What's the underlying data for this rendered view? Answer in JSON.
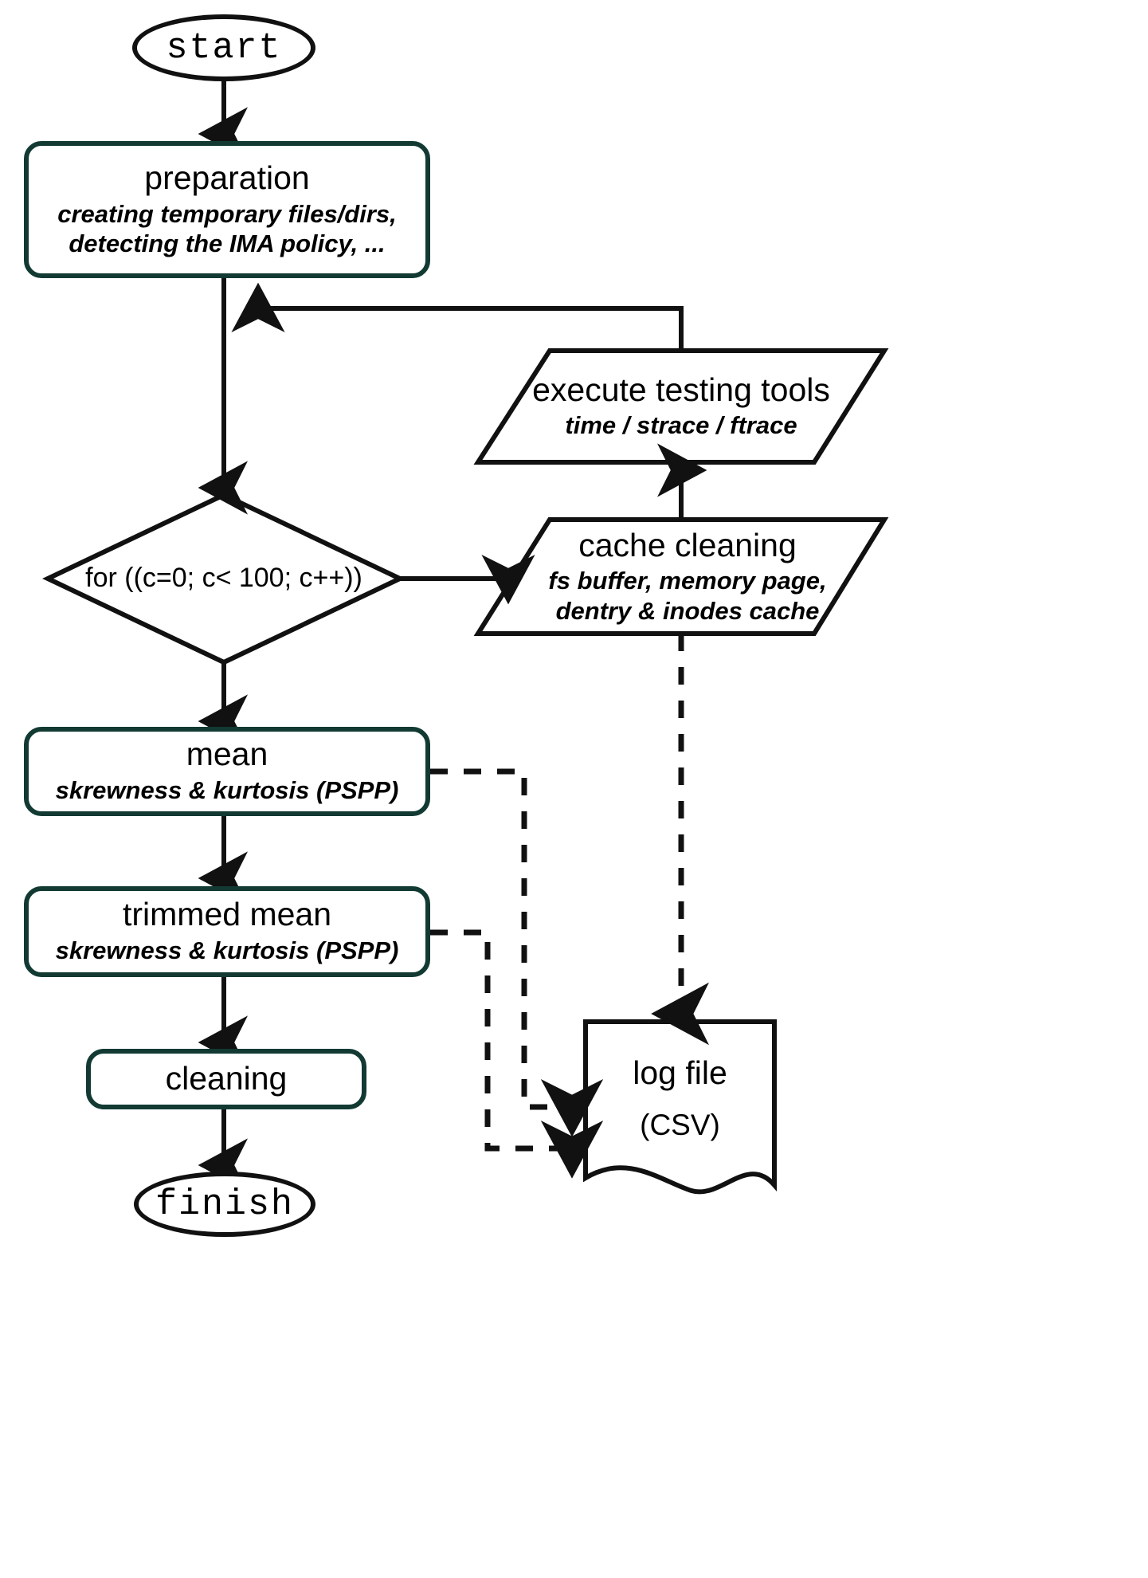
{
  "diagram": {
    "title": "testing workflow flowchart",
    "colors": {
      "process_border": "#123a33",
      "line": "#111111",
      "background": "#ffffff"
    },
    "nodes": {
      "start": {
        "label": "start",
        "shape": "ellipse"
      },
      "preparation": {
        "label": "preparation",
        "detail_line1": "creating temporary files/dirs,",
        "detail_line2": "detecting the IMA policy, ...",
        "shape": "rounded-rectangle"
      },
      "loop": {
        "label": "for ((c=0; c< 100; c++))",
        "shape": "diamond"
      },
      "cache_cleaning": {
        "label": "cache cleaning",
        "detail_line1": "fs buffer, memory page,",
        "detail_line2": "dentry & inodes cache",
        "shape": "parallelogram"
      },
      "execute_tools": {
        "label": "execute testing tools",
        "detail_line1": "time / strace / ftrace",
        "shape": "parallelogram"
      },
      "mean": {
        "label": "mean",
        "detail_line1": "skrewness & kurtosis (PSPP)",
        "shape": "rounded-rectangle"
      },
      "trimmed_mean": {
        "label": "trimmed mean",
        "detail_line1": "skrewness & kurtosis (PSPP)",
        "shape": "rounded-rectangle"
      },
      "cleaning": {
        "label": "cleaning",
        "shape": "rounded-rectangle"
      },
      "finish": {
        "label": "finish",
        "shape": "ellipse"
      },
      "log_file": {
        "label": "log file",
        "detail_line1": "(CSV)",
        "shape": "document"
      }
    },
    "edges": [
      {
        "name": "start-to-preparation",
        "from": "start",
        "to": "preparation",
        "style": "solid"
      },
      {
        "name": "preparation-to-loop",
        "from": "preparation",
        "to": "loop",
        "style": "solid"
      },
      {
        "name": "loop-to-cache-cleaning",
        "from": "loop",
        "to": "cache_cleaning",
        "style": "solid"
      },
      {
        "name": "cache-cleaning-to-execute-tools",
        "from": "cache_cleaning",
        "to": "execute_tools",
        "style": "solid"
      },
      {
        "name": "execute-tools-to-preparation-path",
        "from": "execute_tools",
        "to": "preparation",
        "style": "solid"
      },
      {
        "name": "loop-to-mean",
        "from": "loop",
        "to": "mean",
        "style": "solid"
      },
      {
        "name": "mean-to-trimmed-mean",
        "from": "mean",
        "to": "trimmed_mean",
        "style": "solid"
      },
      {
        "name": "trimmed-mean-to-cleaning",
        "from": "trimmed_mean",
        "to": "cleaning",
        "style": "solid"
      },
      {
        "name": "cleaning-to-finish",
        "from": "cleaning",
        "to": "finish",
        "style": "solid"
      },
      {
        "name": "cache-cleaning-to-log-file",
        "from": "cache_cleaning",
        "to": "log_file",
        "style": "dashed"
      },
      {
        "name": "mean-to-log-file",
        "from": "mean",
        "to": "log_file",
        "style": "dashed"
      },
      {
        "name": "trimmed-mean-to-log-file",
        "from": "trimmed_mean",
        "to": "log_file",
        "style": "dashed"
      }
    ]
  }
}
